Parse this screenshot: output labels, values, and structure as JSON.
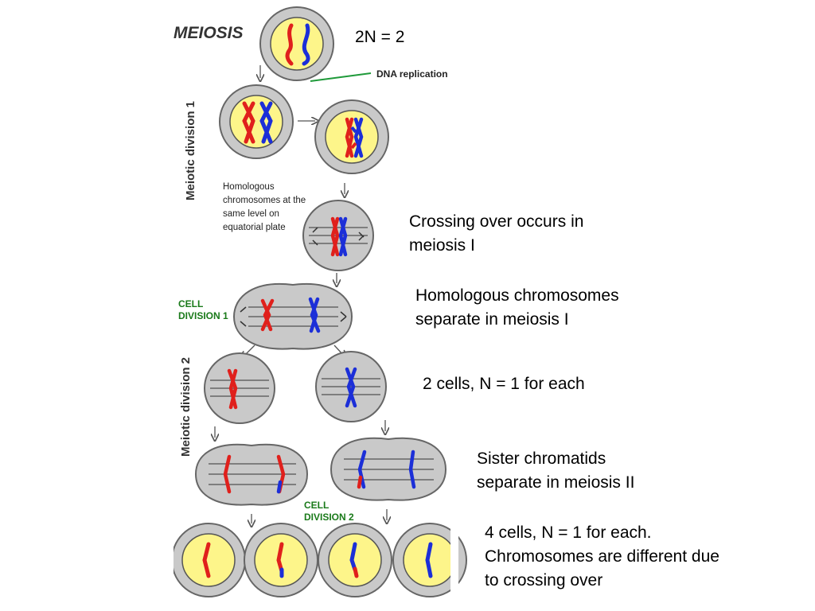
{
  "diagram": {
    "title": "MEIOSIS",
    "side_label_1": "Meiotic division 1",
    "side_label_2": "Meiotic division 2",
    "dna_replication_label": "DNA replication",
    "equatorial_note": [
      "Homologous",
      "chromosomes at the",
      "same level on",
      "equatorial plate"
    ],
    "cell_division_1": [
      "CELL",
      "DIVISION 1"
    ],
    "cell_division_2": [
      "CELL",
      "DIVISION 2"
    ]
  },
  "annotations": {
    "ploidy": "2N = 2",
    "crossing_over": "Crossing over occurs in\nmeiosis I",
    "homologous_separate": "Homologous chromosomes\nseparate in meiosis I",
    "two_cells": "2 cells, N = 1 for each",
    "sister_chromatids": "Sister chromatids\nseparate in meiosis II",
    "four_cells": "4 cells, N = 1 for each.\nChromosomes are different due\nto crossing over"
  },
  "colors": {
    "maternal": "#e0201c",
    "paternal": "#1c2fd8",
    "nucleus": "#fdf58a",
    "cell_membrane": "#c9c9c9",
    "label_green": "#1a7a1a"
  }
}
